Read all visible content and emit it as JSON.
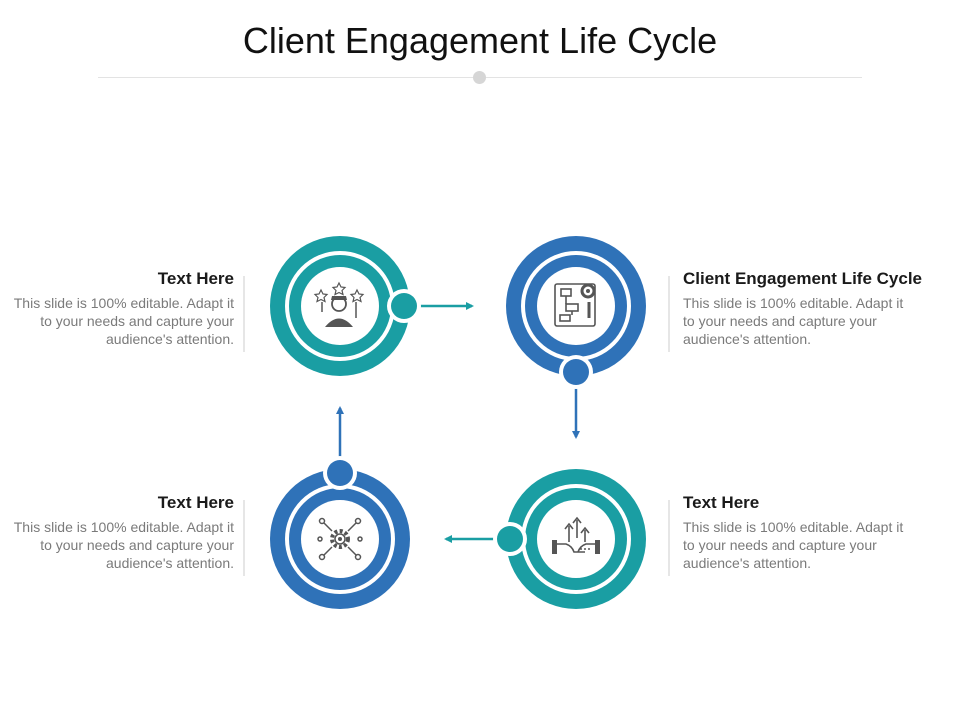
{
  "title": "Client Engagement Life Cycle",
  "colors": {
    "teal": "#1a9ea3",
    "blue": "#2f72b8",
    "icon_gray": "#555555"
  },
  "stages": [
    {
      "id": "top-left",
      "heading": "Text Here",
      "body": "This slide is 100% editable. Adapt it to your needs and capture your audience's attention.",
      "icon": "person-stars-icon",
      "color": "teal"
    },
    {
      "id": "top-right",
      "heading": "Client Engagement Life Cycle",
      "body": "This slide is 100% editable. Adapt it to your needs and capture your audience's attention.",
      "icon": "flowchart-gear-icon",
      "color": "blue"
    },
    {
      "id": "bottom-right",
      "heading": "Text Here",
      "body": "This slide is 100% editable. Adapt it to your needs and capture your audience's attention.",
      "icon": "hands-growth-icon",
      "color": "teal"
    },
    {
      "id": "bottom-left",
      "heading": "Text Here",
      "body": "This slide is 100% editable. Adapt it to your needs and capture your audience's attention.",
      "icon": "gear-network-icon",
      "color": "blue"
    }
  ]
}
